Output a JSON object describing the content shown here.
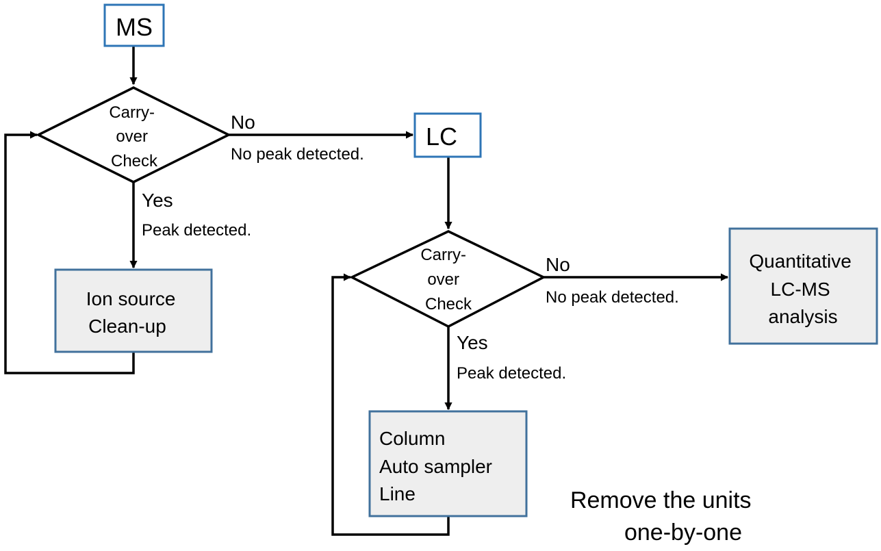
{
  "nodes": {
    "ms": {
      "label": "MS"
    },
    "lc": {
      "label": "LC"
    },
    "ms_check": {
      "lines": [
        "Carry-",
        "over",
        "Check"
      ]
    },
    "lc_check": {
      "lines": [
        "Carry-",
        "over",
        "Check"
      ]
    },
    "ion_source": {
      "lines": [
        "Ion source",
        "Clean-up"
      ]
    },
    "lc_units": {
      "lines": [
        "Column",
        "Auto sampler",
        "Line"
      ]
    },
    "quant": {
      "lines": [
        "Quantitative",
        "LC-MS",
        "analysis"
      ]
    }
  },
  "edges": {
    "ms_no": {
      "label": "No",
      "note": "No peak detected."
    },
    "ms_yes": {
      "label": "Yes",
      "note": "Peak detected."
    },
    "lc_no": {
      "label": "No",
      "note": "No peak detected."
    },
    "lc_yes": {
      "label": "Yes",
      "note": "Peak detected."
    }
  },
  "annotation": {
    "lines": [
      "Remove the units",
      "one-by-one"
    ]
  },
  "colors": {
    "start_border": "#2e75b6",
    "action_border": "#41719c",
    "action_fill": "#eeeeee",
    "line": "#000000"
  }
}
